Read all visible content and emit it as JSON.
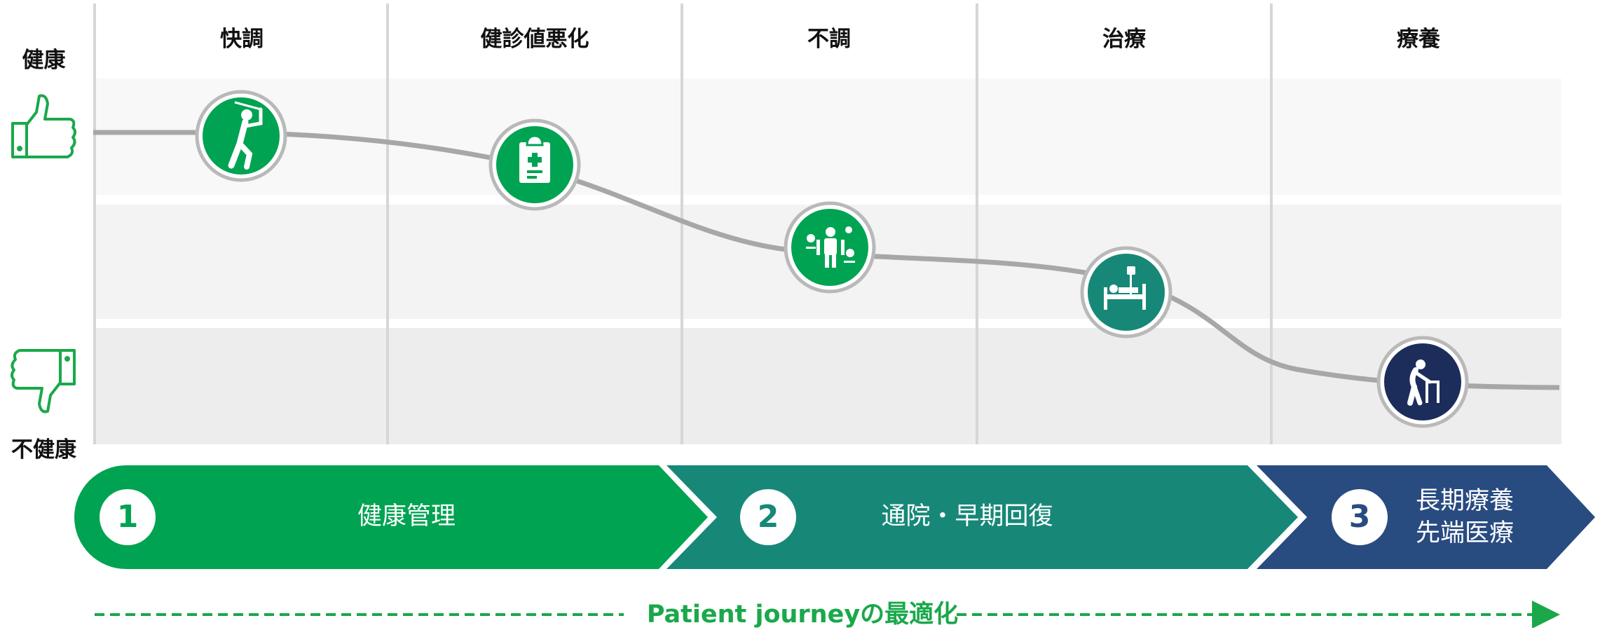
{
  "stages": [
    {
      "label": "快調"
    },
    {
      "label": "健診値悪化"
    },
    {
      "label": "不調"
    },
    {
      "label": "治療"
    },
    {
      "label": "療養"
    }
  ],
  "axis": {
    "top_label": "健康",
    "bottom_label": "不健康"
  },
  "icons": [
    {
      "name": "golfer-icon",
      "color": "#00a352"
    },
    {
      "name": "clipboard-medical-icon",
      "color": "#00a352"
    },
    {
      "name": "patient-exam-icon",
      "color": "#00a352"
    },
    {
      "name": "hospital-bed-icon",
      "color": "#178878"
    },
    {
      "name": "walker-elderly-icon",
      "color": "#1c2d5c"
    }
  ],
  "phases": [
    {
      "number": "1",
      "label": "健康管理",
      "color": "#00a352"
    },
    {
      "number": "2",
      "label": "通院・早期回復",
      "color": "#178878"
    },
    {
      "number": "3",
      "label": "長期療養\n先端医療",
      "color": "#284b80"
    }
  ],
  "journey_label": "Patient journeyの最適化",
  "colors": {
    "green": "#1aa84a",
    "curve": "#a7a7a9",
    "band_light": "#f7f7f7",
    "band_mid": "#f2f2f2",
    "band_dark": "#ececec"
  }
}
